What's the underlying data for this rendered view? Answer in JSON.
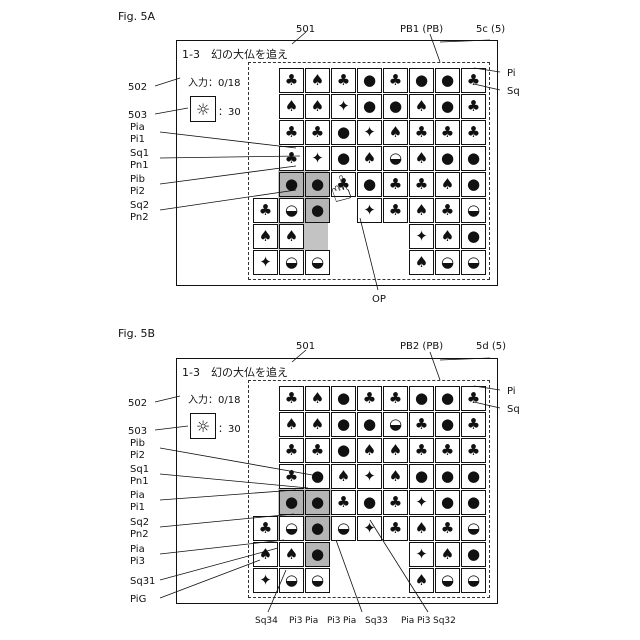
{
  "figures": [
    {
      "fig_label": "Fig. 5A",
      "title": "1-3　幻の大仏を追え",
      "input_counter": "入力：0/18",
      "timer_value": "：30",
      "labels": {
        "screen": "501",
        "board": "PB1 (PB)",
        "window": "5c (5)",
        "input_ref": "502",
        "timer_ref": "503",
        "piece": "Pi",
        "square": "Sq",
        "operation": "OP",
        "pia": "Pia",
        "pi1": "Pi1",
        "sq1": "Sq1",
        "pn1": "Pn1",
        "pib": "Pib",
        "pi2": "Pi2",
        "sq2": "Sq2",
        "pn2": "Pn2"
      },
      "board": [
        [
          "",
          "plant",
          "mushroom",
          "plant",
          "acorn",
          "plant",
          "acorn",
          "acorn",
          "plant"
        ],
        [
          "",
          "mushroom",
          "mushroom",
          "candy",
          "acorn",
          "acorn",
          "mushroom",
          "acorn",
          "plant"
        ],
        [
          "",
          "plant",
          "plant",
          "acorn",
          "candy",
          "mushroom",
          "plant",
          "plant",
          "plant"
        ],
        [
          "",
          "plant",
          "candy",
          "acorn",
          "mushroom",
          "shell",
          "mushroom",
          "acorn",
          "acorn"
        ],
        [
          "",
          "acorn",
          "acorn",
          "plant",
          "acorn",
          "plant",
          "plant",
          "mushroom",
          "acorn"
        ],
        [
          "plant",
          "shell",
          "acorn",
          "",
          "candy",
          "plant",
          "mushroom",
          "plant",
          "shell"
        ],
        [
          "mushroom",
          "mushroom",
          "",
          "",
          "",
          "",
          "candy",
          "mushroom",
          "acorn"
        ],
        [
          "candy",
          "shell",
          "shell",
          "",
          "",
          "",
          "mushroom",
          "shell",
          "shell"
        ]
      ]
    },
    {
      "fig_label": "Fig. 5B",
      "title": "1-3　幻の大仏を追え",
      "input_counter": "入力：0/18",
      "timer_value": "：30",
      "labels": {
        "screen": "501",
        "board": "PB2 (PB)",
        "window": "5d (5)",
        "input_ref": "502",
        "timer_ref": "503",
        "piece": "Pi",
        "square": "Sq",
        "pib": "Pib",
        "pi2": "Pi2",
        "sq1": "Sq1",
        "pn1": "Pn1",
        "pia": "Pia",
        "pi1": "Pi1",
        "sq2": "Sq2",
        "pn2": "Pn2",
        "pia3": "Pia",
        "pi3": "Pi3",
        "sq31": "Sq31",
        "pig": "PiG",
        "bottom": [
          "Sq34",
          "Pi3",
          "Pia",
          "Pi3",
          "Pia",
          "Sq33",
          "Pia",
          "Pi3",
          "Sq32"
        ]
      },
      "board": [
        [
          "",
          "plant",
          "mushroom",
          "acorn",
          "plant",
          "plant",
          "acorn",
          "acorn",
          "plant"
        ],
        [
          "",
          "mushroom",
          "mushroom",
          "acorn",
          "acorn",
          "shell",
          "plant",
          "acorn",
          "plant"
        ],
        [
          "",
          "plant",
          "plant",
          "acorn",
          "mushroom",
          "mushroom",
          "plant",
          "plant",
          "plant"
        ],
        [
          "",
          "plant",
          "acorn",
          "mushroom",
          "candy",
          "mushroom",
          "acorn",
          "acorn",
          "acorn"
        ],
        [
          "",
          "acorn",
          "acorn",
          "plant",
          "acorn",
          "plant",
          "candy",
          "acorn",
          "acorn"
        ],
        [
          "plant",
          "shell",
          "acorn",
          "shell",
          "candy",
          "plant",
          "mushroom",
          "plant",
          "shell"
        ],
        [
          "mushroom",
          "mushroom",
          "acorn",
          "",
          "",
          "",
          "candy",
          "mushroom",
          "acorn"
        ],
        [
          "candy",
          "shell",
          "shell",
          "",
          "",
          "",
          "mushroom",
          "shell",
          "shell"
        ]
      ]
    }
  ],
  "icons": {
    "plant": "♣",
    "mushroom": "♠",
    "acorn": "●",
    "candy": "✦",
    "shell": "◒",
    "sun": "☼",
    "hand": "☝"
  }
}
